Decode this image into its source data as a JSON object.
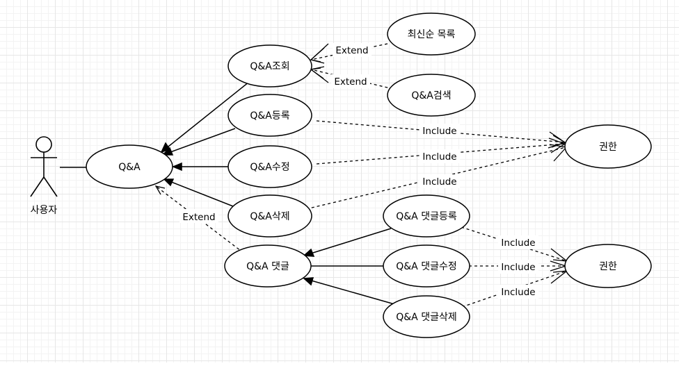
{
  "actor": {
    "label": "사용자"
  },
  "use_cases": {
    "qna": "Q&A",
    "qna_view": "Q&A조회",
    "qna_register": "Q&A등록",
    "qna_edit": "Q&A수정",
    "qna_delete": "Q&A삭제",
    "qna_comment": "Q&A 댓글",
    "latest_list": "최신순 목록",
    "qna_search": "Q&A검색",
    "permission_1": "권한",
    "comment_register": "Q&A 댓글등록",
    "comment_edit": "Q&A 댓글수정",
    "comment_delete": "Q&A 댓글삭제",
    "permission_2": "권한"
  },
  "relations": {
    "extend": "Extend",
    "include": "Include"
  }
}
